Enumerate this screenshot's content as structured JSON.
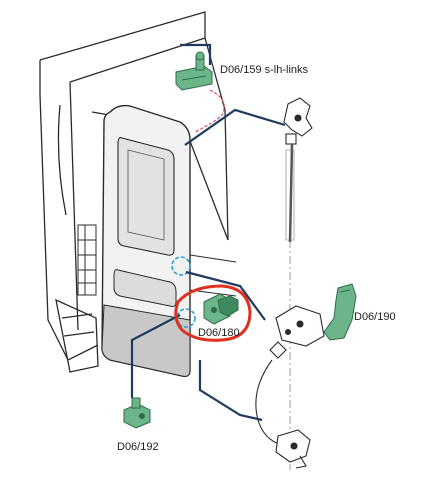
{
  "labels": {
    "part_159": "D06/159 s-lh-links",
    "part_190": "D06/190",
    "part_180": "D06/180",
    "part_192": "D06/192"
  },
  "colors": {
    "line": "#1f3a5f",
    "part_green": "#6cb58a",
    "highlight_red": "#e0311f",
    "callout_blue": "#2aa0d6",
    "dash_pink": "#d94a63"
  }
}
